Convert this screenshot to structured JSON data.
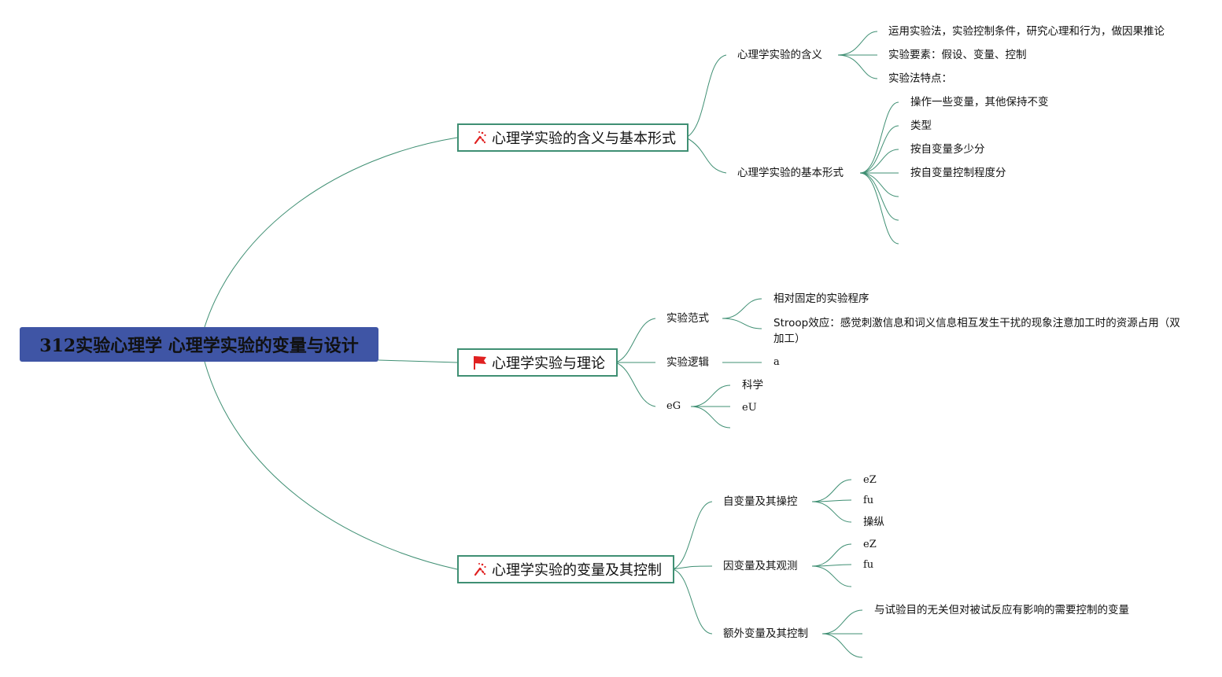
{
  "root": {
    "title": "312实验心理学 心理学实验的变量与设计"
  },
  "colors": {
    "root_bg": "#3f55a5",
    "line": "#3f8f73",
    "icon_red": "#e02020"
  },
  "branches": {
    "b1": {
      "label": "心理学实验的含义与基本形式",
      "icon": "sparkle-icon",
      "sub1": {
        "label": "心理学实验的含义",
        "items": [
          "运用实验法，实验控制条件，研究心理和行为，做因果推论",
          "实验要素：假设、变量、控制",
          "实验法特点："
        ]
      },
      "sub2": {
        "label": "心理学实验的基本形式",
        "items": [
          "操作一些变量，其他保持不变",
          "类型",
          "按自变量多少分",
          "按自变量控制程度分"
        ]
      }
    },
    "b2": {
      "label": "心理学实验与理论",
      "icon": "flag-icon",
      "sub1": {
        "label": "实验范式",
        "items": [
          "相对固定的实验程序",
          "Stroop效应：感觉刺激信息和词义信息相互发生干扰的现象注意加工时的资源占用（双加工）"
        ]
      },
      "sub2": {
        "label": "实验逻辑",
        "items": [
          "a"
        ]
      },
      "sub3": {
        "label": "eG",
        "items": [
          "科学",
          "eU"
        ]
      }
    },
    "b3": {
      "label": "心理学实验的变量及其控制",
      "icon": "sparkle-icon",
      "sub1": {
        "label": "自变量及其操控",
        "items": [
          "eZ",
          "fu",
          "操纵"
        ]
      },
      "sub2": {
        "label": "因变量及其观测",
        "items": [
          "eZ",
          "fu"
        ]
      },
      "sub3": {
        "label": "额外变量及其控制",
        "items": [
          "与试验目的无关但对被试反应有影响的需要控制的变量"
        ]
      }
    }
  }
}
